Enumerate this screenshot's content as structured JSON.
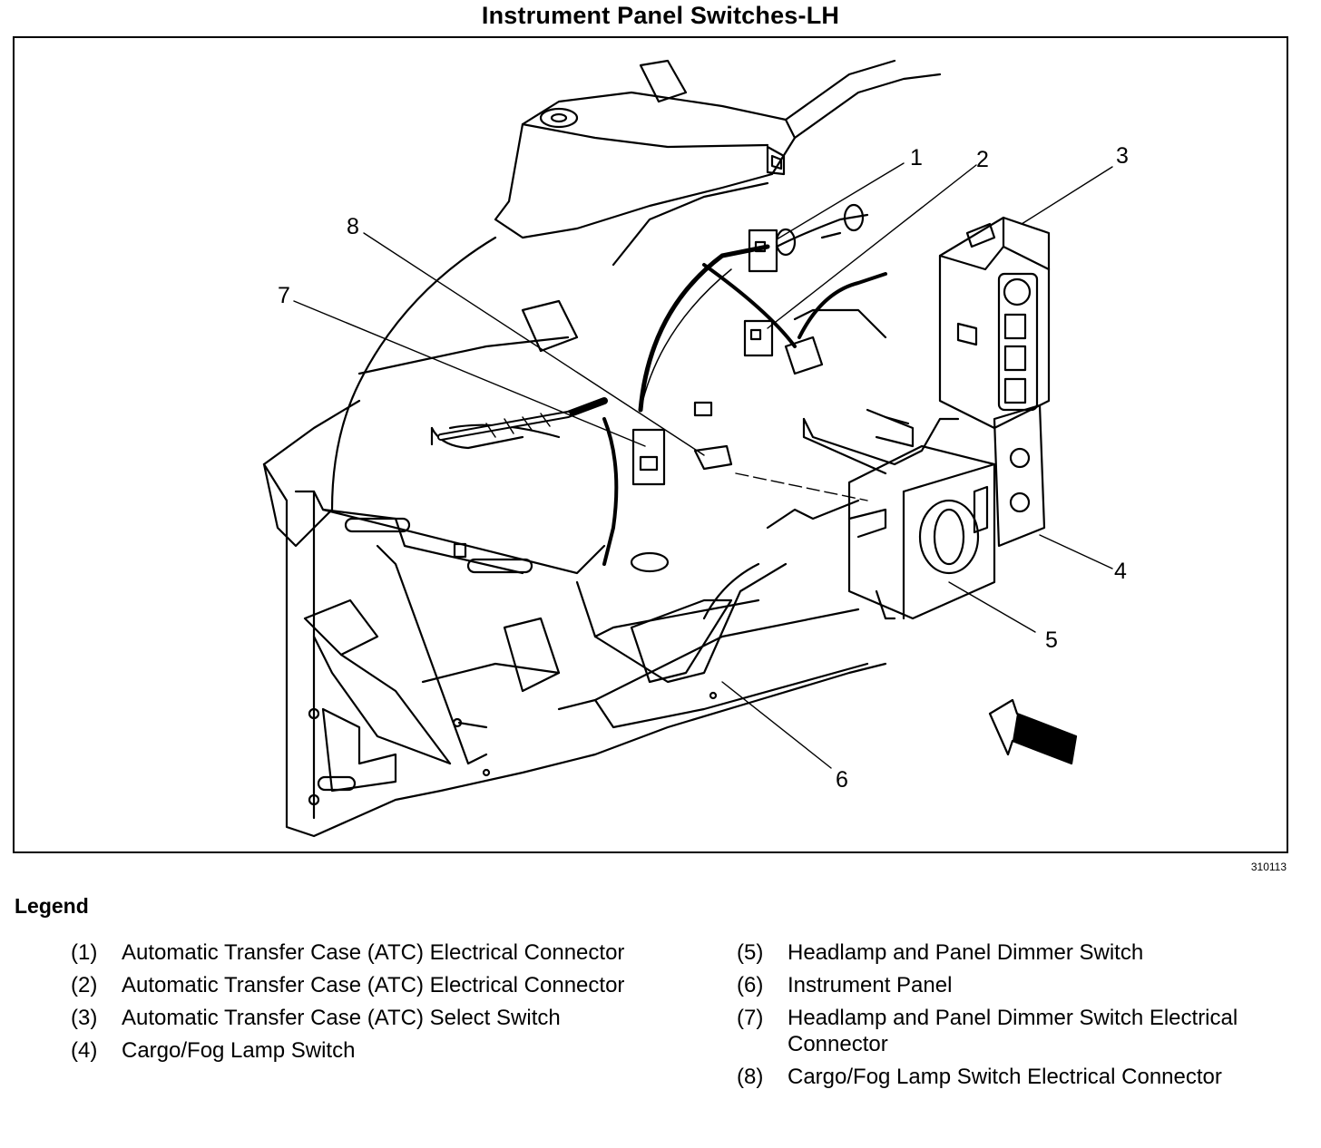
{
  "title": "Instrument Panel Switches-LH",
  "figure_id": "310113",
  "legend": {
    "heading": "Legend",
    "items": [
      {
        "num": "(1)",
        "text": "Automatic Transfer Case (ATC) Electrical Connector"
      },
      {
        "num": "(2)",
        "text": "Automatic Transfer Case (ATC) Electrical Connector"
      },
      {
        "num": "(3)",
        "text": "Automatic Transfer Case (ATC) Select Switch"
      },
      {
        "num": "(4)",
        "text": "Cargo/Fog Lamp Switch"
      },
      {
        "num": "(5)",
        "text": "Headlamp and Panel Dimmer Switch"
      },
      {
        "num": "(6)",
        "text": "Instrument Panel"
      },
      {
        "num": "(7)",
        "text": "Headlamp and Panel Dimmer Switch Electrical Connector"
      },
      {
        "num": "(8)",
        "text": "Cargo/Fog Lamp Switch Electrical Connector"
      }
    ]
  },
  "callouts": {
    "c1": "1",
    "c2": "2",
    "c3": "3",
    "c4": "4",
    "c5": "5",
    "c6": "6",
    "c7": "7",
    "c8": "8"
  }
}
